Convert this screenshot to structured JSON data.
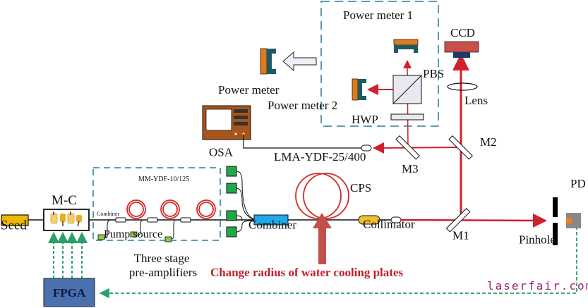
{
  "title": "Fiber laser experimental setup with mode-control feedback",
  "labels": {
    "seed": "Seed",
    "mc": "M-C",
    "fpga": "FPGA",
    "combiner_small": "Combiner",
    "mm_ydf": "MM-YDF-10/125",
    "pump_source": "Pump source",
    "three_stage_line1": "Three stage",
    "three_stage_line2": "pre-amplifiers",
    "combiner": "Combiner",
    "osa": "OSA",
    "lma_ydf": "LMA-YDF-25/400",
    "cps": "CPS",
    "collimator": "Collimator",
    "change_radius": "Change radius of water cooling plates",
    "power_meter": "Power meter",
    "power_meter_1": "Power meter 1",
    "power_meter_2": "Power meter 2",
    "pbs": "PBS",
    "hwp": "HWP",
    "ccd": "CCD",
    "lens": "Lens",
    "m1": "M1",
    "m2": "M2",
    "m3": "M3",
    "pinhole": "Pinhole",
    "pd": "PD",
    "watermark": "laserfair.com"
  },
  "colors": {
    "beam": "#d0202a",
    "fiber_coil": "#d42a2a",
    "feedback": "#2aa06a",
    "dashed_box": "#2a7a9a",
    "seed": "#f0b800",
    "combiner": "#20a8e8",
    "pump_diode": "#1fa84a",
    "fpga": "#4a70b0",
    "osa_body": "#a8541a",
    "ccd": "#c8504a",
    "ccd_sensor": "#1a3a6a",
    "pm_orange": "#e07a1a",
    "pm_teal": "#1e5a66",
    "cooling_arrow": "#c05048",
    "watermark": "#a0207a"
  }
}
